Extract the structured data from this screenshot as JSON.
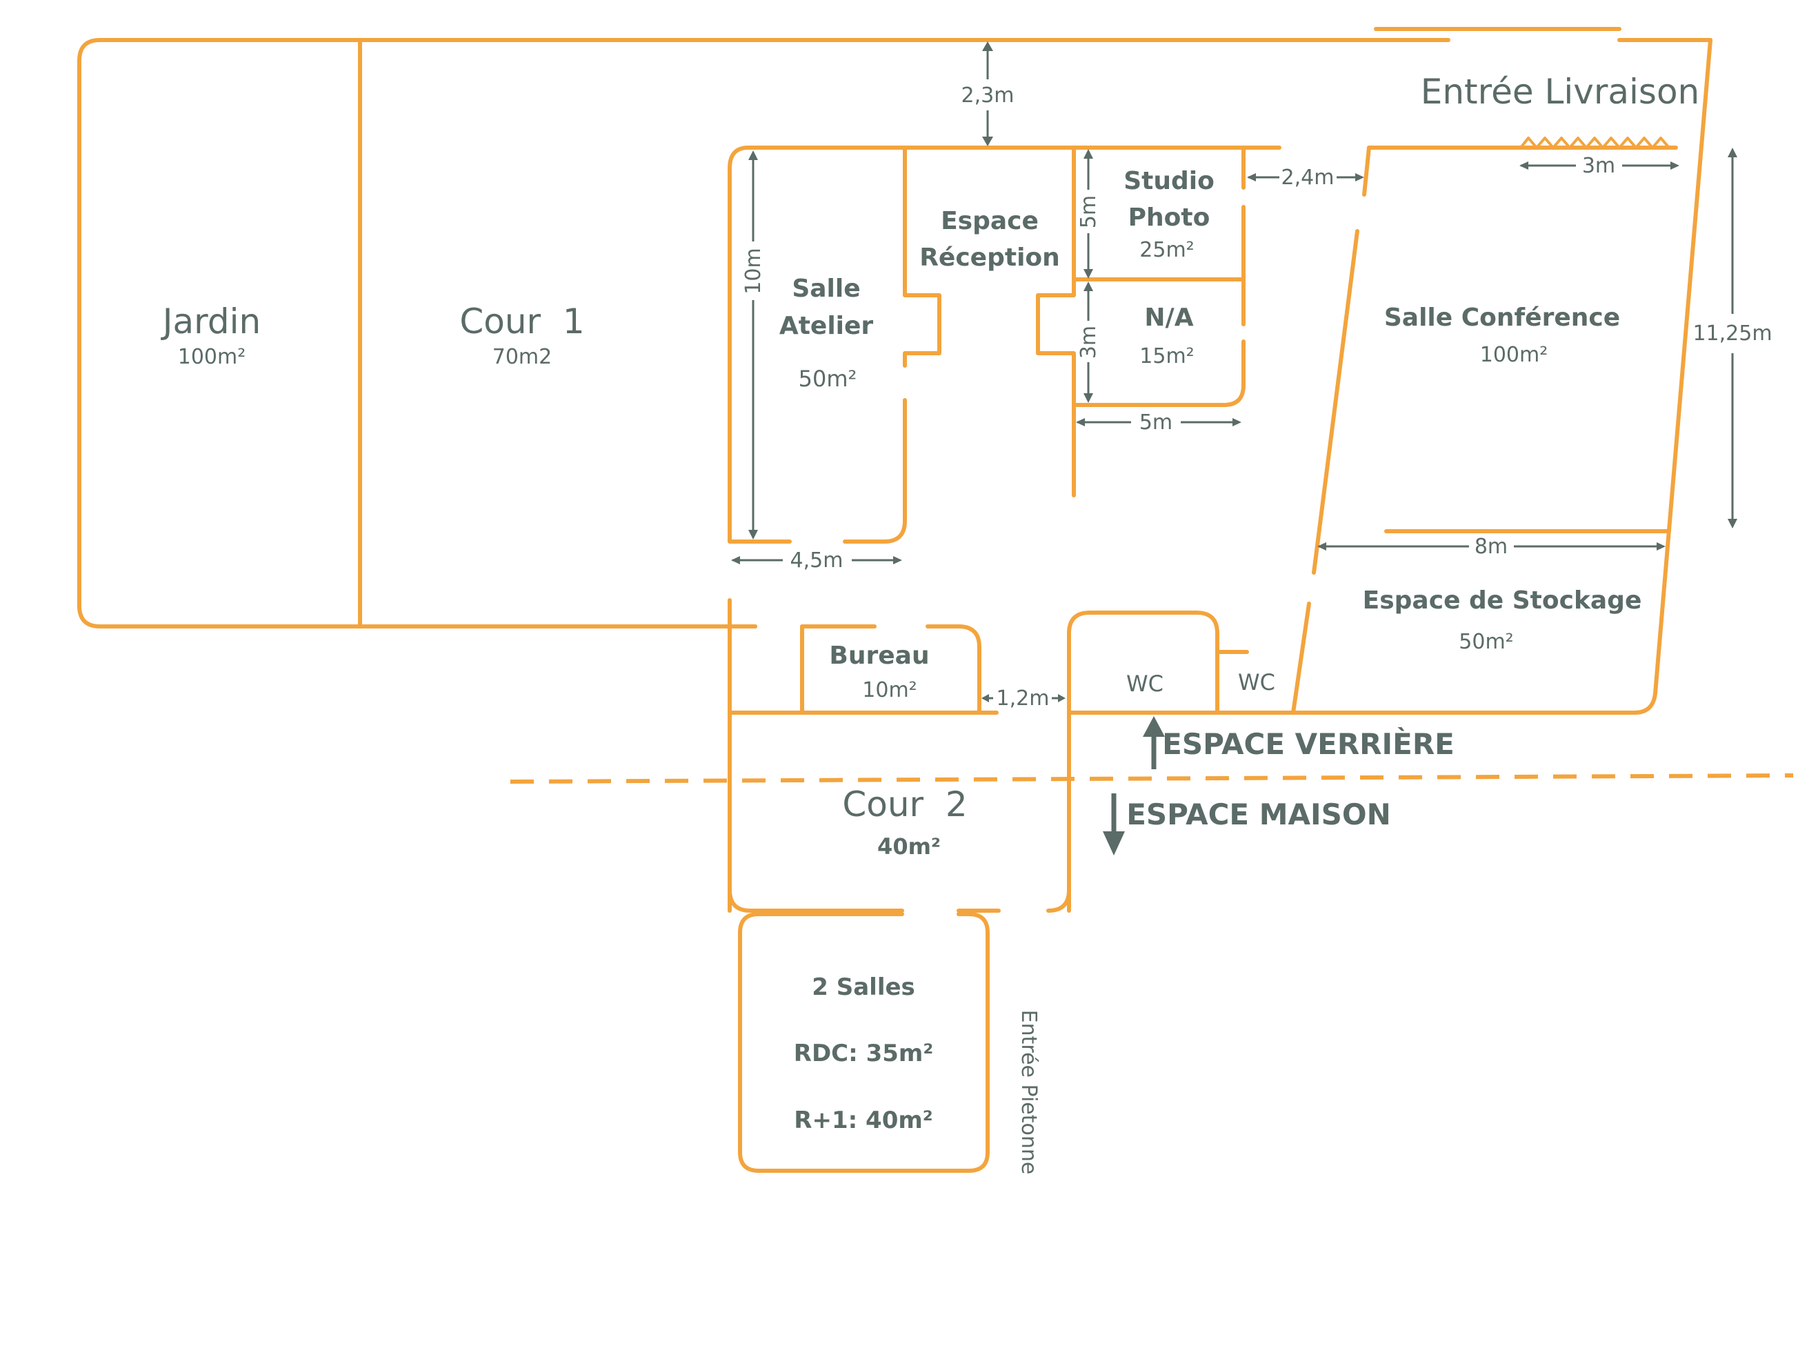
{
  "rooms": {
    "jardin": {
      "name": "Jardin",
      "area": "100m²"
    },
    "cour1": {
      "name": "Cour  1",
      "area": "70m2"
    },
    "atelier": {
      "name_line1": "Salle",
      "name_line2": "Atelier",
      "area": "50m²"
    },
    "reception": {
      "name_line1": "Espace",
      "name_line2": "Réception"
    },
    "studio": {
      "name_line1": "Studio",
      "name_line2": "Photo",
      "area": "25m²"
    },
    "na": {
      "name": "N/A",
      "area": "15m²"
    },
    "conference": {
      "name": "Salle Conférence",
      "area": "100m²"
    },
    "stockage": {
      "name": "Espace de Stockage",
      "area": "50m²"
    },
    "bureau": {
      "name": "Bureau",
      "area": "10m²"
    },
    "wc1": {
      "name": "WC"
    },
    "wc2": {
      "name": "WC"
    },
    "cour2": {
      "name": "Cour  2",
      "area": "40m²"
    },
    "salles": {
      "name": "2 Salles",
      "rdc": "RDC: 35m²",
      "r1": "R+1: 40m²"
    }
  },
  "labels": {
    "entree_livraison": "Entrée Livraison",
    "entree_pietonne": "Entrée Pietonne",
    "espace_verriere": "ESPACE VERRIÈRE",
    "espace_maison": "ESPACE MAISON"
  },
  "dimensions": {
    "d_2_3": "2,3m",
    "d_10": "10m",
    "d_4_5": "4,5m",
    "d_5_vert": "5m",
    "d_3_vert": "3m",
    "d_5_horiz": "5m",
    "d_2_4": "2,4m",
    "d_3_top": "3m",
    "d_11_25": "11,25m",
    "d_8": "8m",
    "d_1_2": "1,2m"
  },
  "colors": {
    "walls": "#F3A43D",
    "text": "#5B6B67",
    "background": "#FFFFFF"
  }
}
